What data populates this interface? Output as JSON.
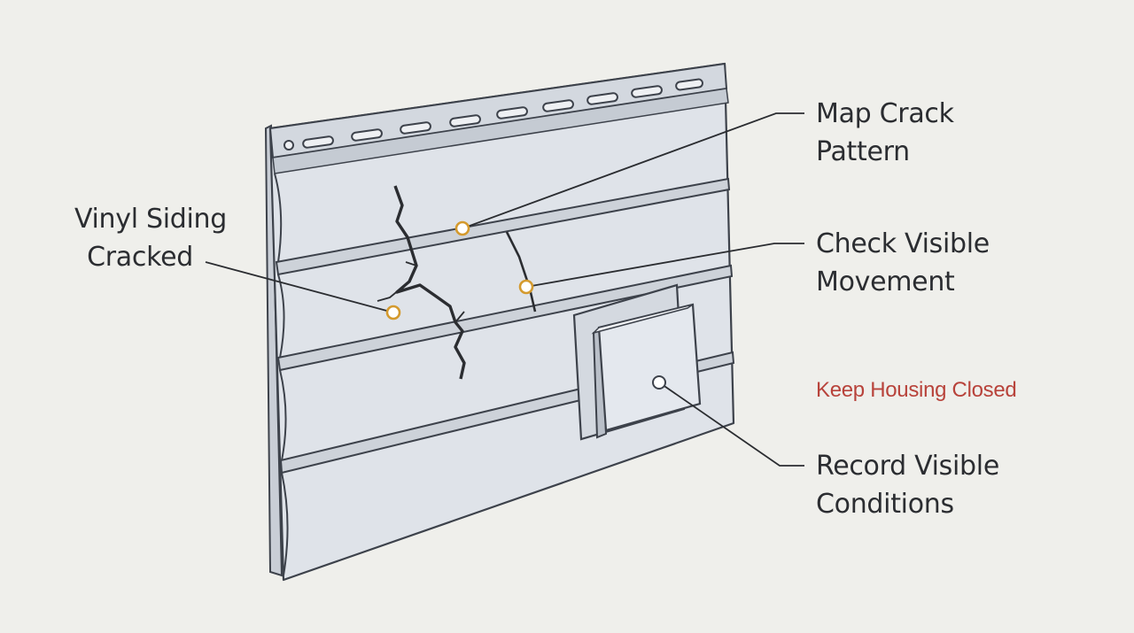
{
  "callouts": {
    "vinyl_siding": {
      "line1": "Vinyl Siding",
      "line2": "Cracked"
    },
    "map_crack": {
      "line1": "Map Crack",
      "line2": "Pattern"
    },
    "check_movement": {
      "line1": "Check Visible",
      "line2": "Movement"
    },
    "record_conditions": {
      "line1": "Record Visible",
      "line2": "Conditions"
    }
  },
  "warning": {
    "text": "Keep Housing Closed",
    "color": "#b8433b"
  },
  "colors": {
    "background": "#efefeb",
    "panel_fill": "#dfe3e9",
    "panel_stroke": "#3d424b",
    "marker_ring": "#d49a2e",
    "leader_line": "#2b2d31"
  }
}
